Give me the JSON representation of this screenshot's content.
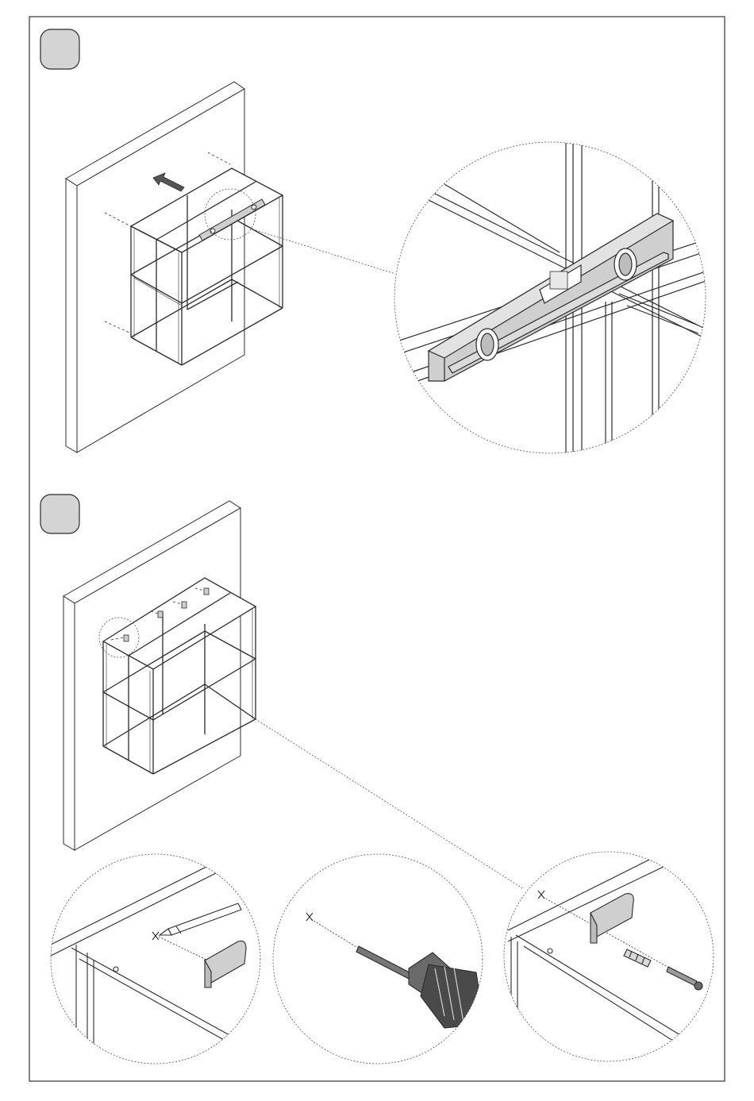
{
  "page": {
    "background": "#ffffff",
    "border_color": "#333333"
  },
  "steps": [
    {
      "badge_text": "",
      "icon": "rounded-step-badge"
    },
    {
      "badge_text": "",
      "icon": "rounded-step-badge"
    }
  ],
  "colors": {
    "line": "#2b2b2b",
    "badge_fill": "#d4d4d4",
    "part_fill": "#cfcfcf",
    "dark_part": "#6a6a6a",
    "arrow": "#555555"
  },
  "icons": [
    "wall-panel",
    "wire-shelf-unit",
    "spirit-level",
    "direction-arrow",
    "pencil",
    "wall-bracket",
    "drill",
    "wall-plug",
    "screw"
  ]
}
